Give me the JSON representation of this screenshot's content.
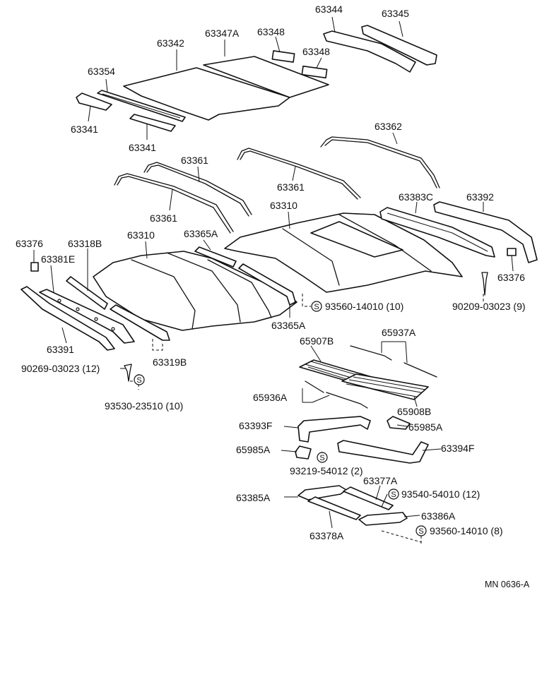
{
  "diagram": {
    "ref_code": "MN 0636-A",
    "labels": {
      "p63344": "63344",
      "p63345": "63345",
      "p63342": "63342",
      "p63347A": "63347A",
      "p63348a": "63348",
      "p63348b": "63348",
      "p63354": "63354",
      "p63341a": "63341",
      "p63341b": "63341",
      "p63362": "63362",
      "p63361a": "63361",
      "p63361b": "63361",
      "p63361c": "63361",
      "p63310a": "63310",
      "p63310b": "63310",
      "p63383C": "63383C",
      "p63392": "63392",
      "p63376a": "63376",
      "p63376b": "63376",
      "p63318B": "63318B",
      "p63365A_top": "63365A",
      "p63381E": "63381E",
      "p63365A_bot": "63365A",
      "p93560a": "93560-14010 (10)",
      "p90209": "90209-03023 (9)",
      "p63391": "63391",
      "p90269": "90269-03023 (12)",
      "p63319B": "63319B",
      "p93530": "93530-23510 (10)",
      "p65907B": "65907B",
      "p65937A": "65937A",
      "p65936A": "65936A",
      "p65908B": "65908B",
      "p63393F": "63393F",
      "p65985A_r": "65985A",
      "p65985A_l": "65985A",
      "p63394F": "63394F",
      "p93219": "93219-54012 (2)",
      "p63377A": "63377A",
      "p93540": "93540-54010 (12)",
      "p63385A": "63385A",
      "p63386A": "63386A",
      "p63378A": "63378A",
      "p93560b": "93560-14010 (8)"
    },
    "screw_symbol": "S"
  }
}
